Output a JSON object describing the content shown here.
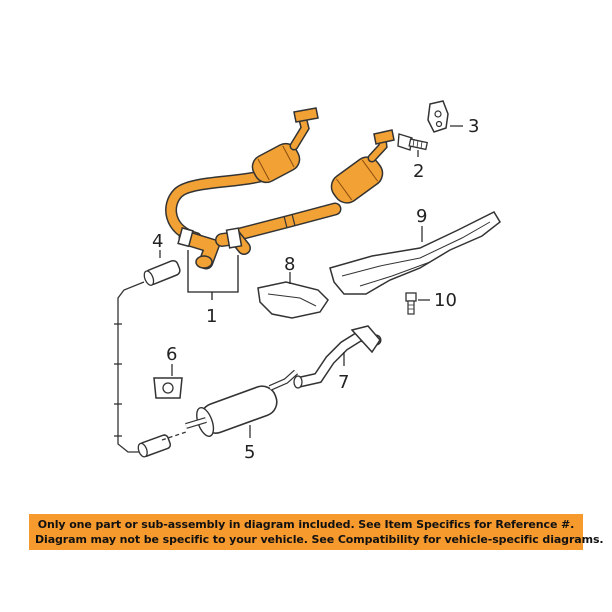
{
  "callouts": [
    "1",
    "2",
    "3",
    "4",
    "5",
    "6",
    "7",
    "8",
    "9",
    "10"
  ],
  "colors": {
    "highlight": "#f2a234",
    "outline": "#333333",
    "banner": "#f79a2e"
  },
  "banner": {
    "line1": "Only one part or sub-assembly in diagram included. See Item Specifics for Reference #.",
    "line2": "Diagram may not be specific to your vehicle. See Compatibility for vehicle-specific diagrams."
  }
}
